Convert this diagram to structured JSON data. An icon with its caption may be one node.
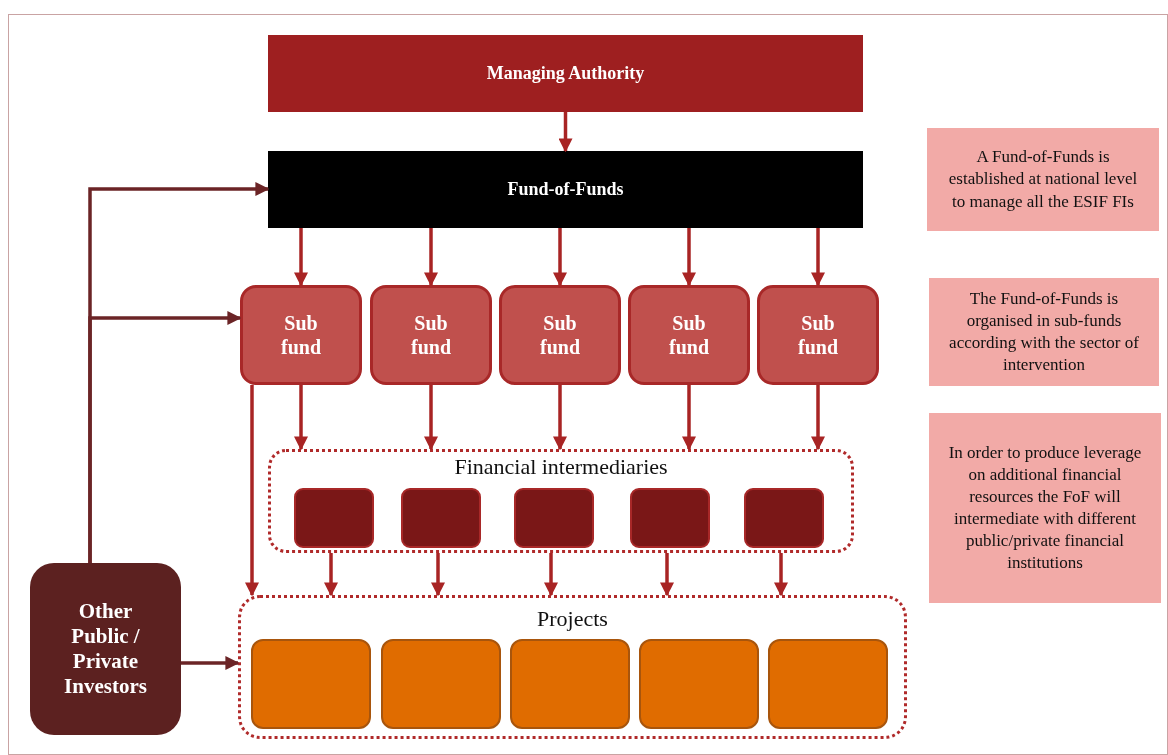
{
  "diagram": {
    "nodes": [
      {
        "text": [
          "Managing Authority"
        ]
      },
      {
        "text": [
          "Fund-of-Funds"
        ]
      },
      {
        "text": [
          "Sub fund"
        ]
      },
      {
        "text": [
          "Sub fund"
        ]
      },
      {
        "text": [
          "Sub fund"
        ]
      },
      {
        "text": [
          "Sub fund"
        ]
      },
      {
        "text": [
          "Sub fund"
        ]
      },
      {
        "text": [
          "Financial intermediaries"
        ]
      },
      {
        "text": [],
        "shape": "box",
        "in": 7
      },
      {
        "text": [],
        "shape": "box",
        "in": 7
      },
      {
        "text": [],
        "shape": "box",
        "in": 7
      },
      {
        "text": [],
        "shape": "box",
        "in": 7
      },
      {
        "text": [],
        "shape": "box",
        "in": 7
      },
      {
        "text": [
          "Projects"
        ]
      },
      {
        "text": [],
        "shape": "box",
        "in": 13
      },
      {
        "text": [],
        "shape": "box",
        "in": 13
      },
      {
        "text": [],
        "shape": "box",
        "in": 13
      },
      {
        "text": [],
        "shape": "box",
        "in": 13
      },
      {
        "text": [],
        "shape": "box",
        "in": 13
      },
      {
        "text": [
          "Other Public / Private Investors"
        ]
      },
      {
        "text": [
          "A Fund-of-Funds is established at national level to manage all the ESIF FIs"
        ]
      },
      {
        "text": [
          "The Fund-of-Funds is organised in sub-funds according with the sector of intervention"
        ]
      },
      {
        "text": [
          "In order to produce leverage on additional financial  resources the FoF  will intermediate with different public/private financial institutions"
        ]
      }
    ],
    "edges": [
      {
        "from": 0,
        "to": 1,
        "arrow": "to"
      },
      {
        "from": 1,
        "to": 2,
        "arrow": "to"
      },
      {
        "from": 1,
        "to": 3,
        "arrow": "to"
      },
      {
        "from": 1,
        "to": 4,
        "arrow": "to"
      },
      {
        "from": 1,
        "to": 5,
        "arrow": "to"
      },
      {
        "from": 1,
        "to": 6,
        "arrow": "to"
      },
      {
        "from": 2,
        "to": 7,
        "arrow": "to"
      },
      {
        "from": 3,
        "to": 7,
        "arrow": "to"
      },
      {
        "from": 4,
        "to": 7,
        "arrow": "to"
      },
      {
        "from": 5,
        "to": 7,
        "arrow": "to"
      },
      {
        "from": 6,
        "to": 7,
        "arrow": "to"
      },
      {
        "from": 7,
        "to": 13,
        "arrow": "to"
      },
      {
        "from": 7,
        "to": 13,
        "arrow": "to"
      },
      {
        "from": 7,
        "to": 13,
        "arrow": "to"
      },
      {
        "from": 7,
        "to": 13,
        "arrow": "to"
      },
      {
        "from": 7,
        "to": 13,
        "arrow": "to"
      },
      {
        "from": 2,
        "to": 13,
        "arrow": "to"
      },
      {
        "from": 19,
        "to": 1,
        "arrow": "to",
        "color": "#6b2426"
      },
      {
        "from": 19,
        "to": 2,
        "arrow": "to",
        "color": "#6b2426"
      },
      {
        "from": 19,
        "to": 13,
        "arrow": "to",
        "color": "#6b2426"
      }
    ]
  }
}
